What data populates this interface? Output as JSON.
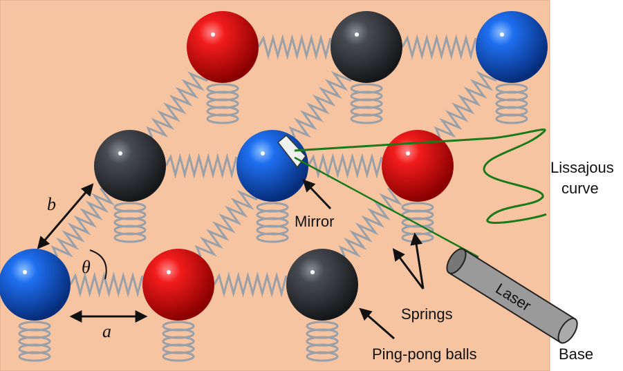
{
  "labels": {
    "lissajous": [
      "Lissajous",
      "curve"
    ],
    "mirror": "Mirror",
    "laser": "Laser",
    "springs": "Springs",
    "balls": "Ping-pong balls",
    "base": "Base",
    "a": "a",
    "b": "b",
    "theta": "θ"
  },
  "colors": {
    "base": "#f7c4a2",
    "red": "#e01010",
    "blue": "#1060e0",
    "dark": "#3a3d42",
    "spring": "#9aa0a8",
    "curve": "#1a7a1a"
  },
  "balls": [
    {
      "row": 0,
      "col": 0,
      "color": "red"
    },
    {
      "row": 0,
      "col": 1,
      "color": "dark"
    },
    {
      "row": 0,
      "col": 2,
      "color": "blue"
    },
    {
      "row": 1,
      "col": 0,
      "color": "dark"
    },
    {
      "row": 1,
      "col": 1,
      "color": "blue",
      "mirror": true
    },
    {
      "row": 1,
      "col": 2,
      "color": "red"
    },
    {
      "row": 2,
      "col": 0,
      "color": "blue"
    },
    {
      "row": 2,
      "col": 1,
      "color": "red"
    },
    {
      "row": 2,
      "col": 2,
      "color": "dark"
    }
  ]
}
